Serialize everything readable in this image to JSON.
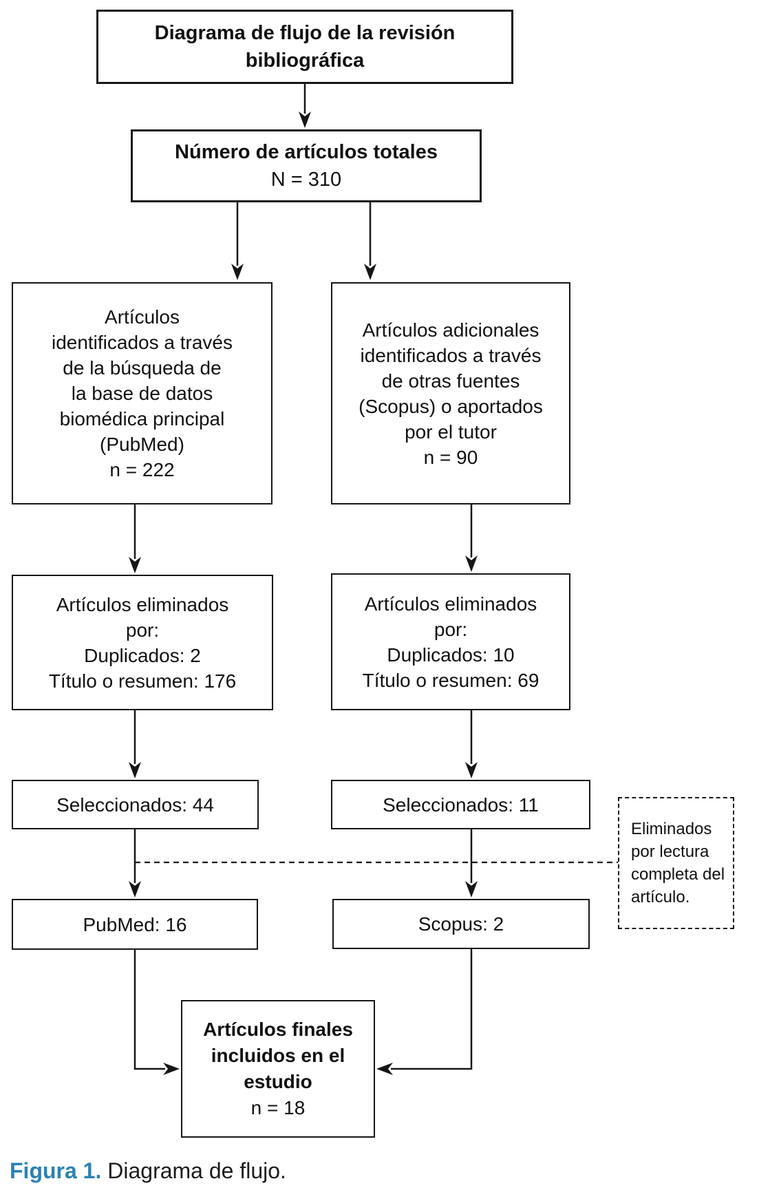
{
  "diagram": {
    "title_box": {
      "text": "Diagrama de flujo de la revisión\nbibliográfica"
    },
    "total_box": {
      "title": "Número de artículos totales",
      "count": "N = 310"
    },
    "pubmed_source_box": {
      "text": "Artículos\nidentificados a través\nde la búsqueda de\nla base de datos\nbiomédica principal\n(PubMed)\nn = 222"
    },
    "other_source_box": {
      "text": "Artículos adicionales\nidentificados a través\nde otras fuentes\n(Scopus) o aportados\npor el tutor\nn = 90"
    },
    "pubmed_removed_box": {
      "text": "Artículos eliminados\npor:\nDuplicados: 2\nTítulo o resumen: 176"
    },
    "other_removed_box": {
      "text": "Artículos eliminados\npor:\nDuplicados: 10\nTítulo o resumen: 69"
    },
    "pubmed_selected_box": {
      "text": "Seleccionados: 44"
    },
    "other_selected_box": {
      "text": "Seleccionados: 11"
    },
    "pubmed_count_box": {
      "text": "PubMed: 16"
    },
    "scopus_count_box": {
      "text": "Scopus: 2"
    },
    "fulltext_removed_note": {
      "text": "Eliminados\npor lectura\ncompleta del\nartículo."
    },
    "final_box": {
      "title": "Artículos finales\nincluidos en el\nestudio",
      "count": "n = 18"
    }
  },
  "caption": {
    "label": "Figura 1.",
    "text": " Diagrama de flujo."
  },
  "colors": {
    "line": "#161616",
    "text": "#111111",
    "caption_accent": "#2b82b4"
  }
}
